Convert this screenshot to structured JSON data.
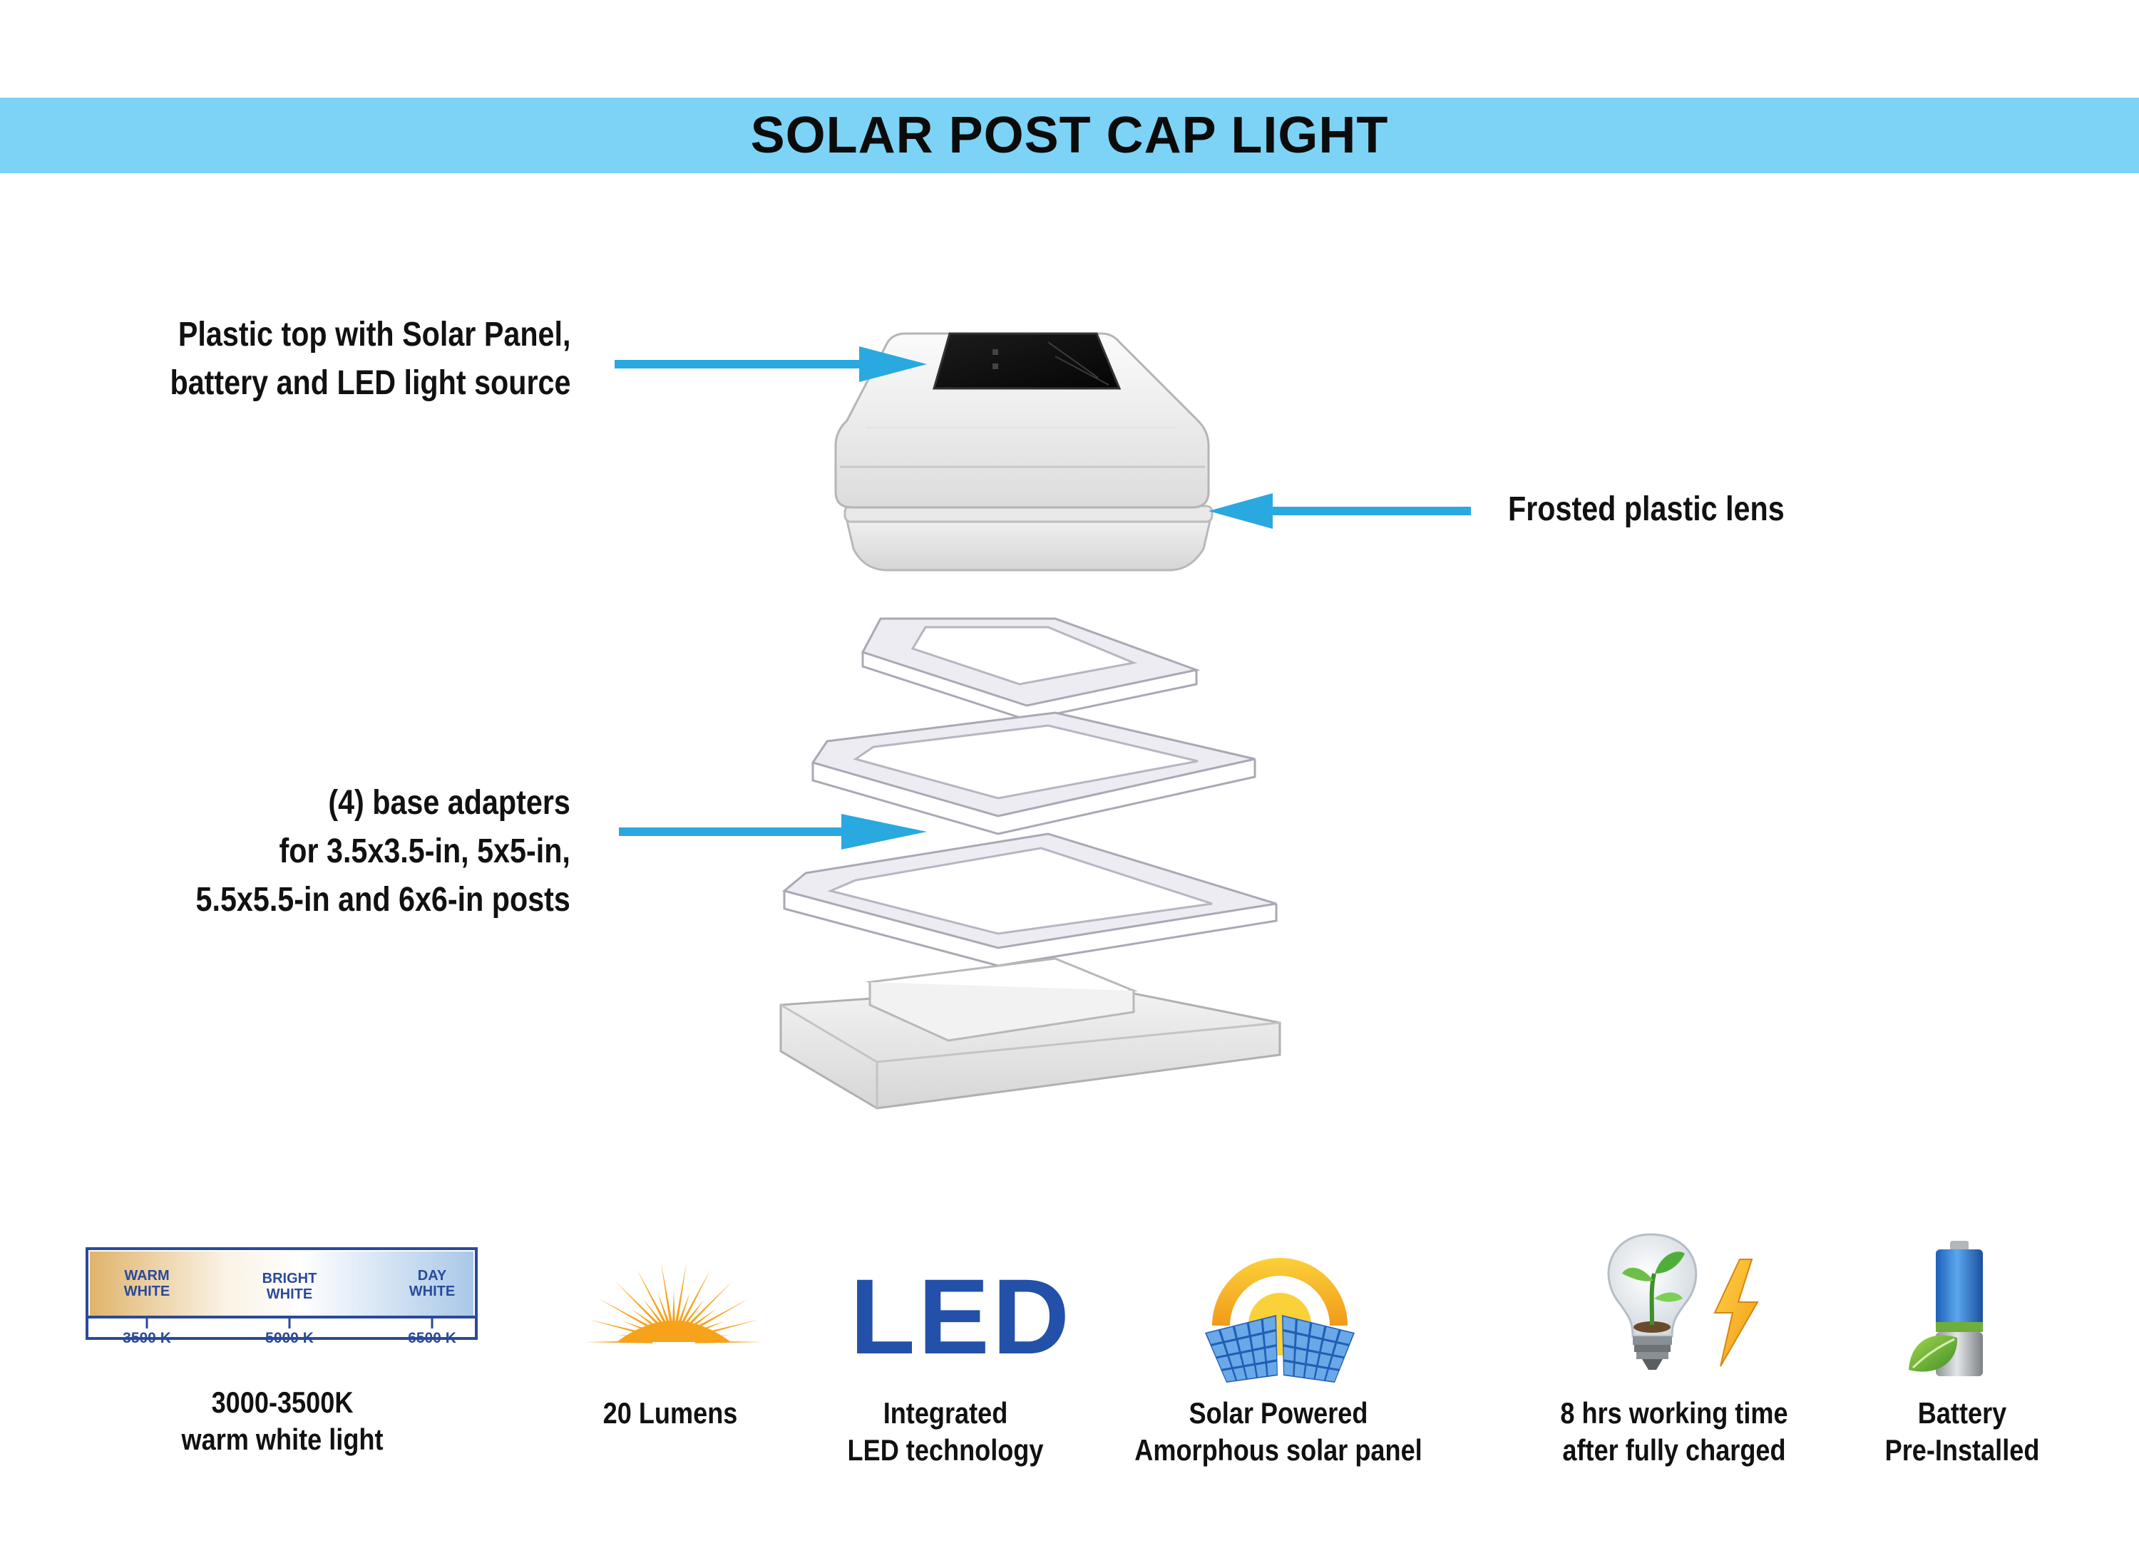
{
  "header": {
    "title": "SOLAR POST CAP LIGHT"
  },
  "callouts": {
    "top_part": {
      "lines": [
        "Plastic top with Solar Panel,",
        "battery and LED light source"
      ]
    },
    "lens": {
      "lines": [
        "Frosted plastic lens"
      ]
    },
    "adapters": {
      "lines": [
        "(4) base adapters",
        "for 3.5x3.5-in, 5x5-in,",
        "5.5x5.5-in and 6x6-in posts"
      ]
    }
  },
  "color_scale": {
    "bands": [
      "WARM\nWHITE",
      "BRIGHT\nWHITE",
      "DAY\nWHITE"
    ],
    "band_labels": [
      [
        "WARM",
        "WHITE"
      ],
      [
        "BRIGHT",
        "WHITE"
      ],
      [
        "DAY",
        "WHITE"
      ]
    ],
    "ticks": [
      "3500 K",
      "5000 K",
      "6500 K"
    ]
  },
  "led_logo": "LED",
  "features": [
    {
      "icon": "color-temperature-scale-icon",
      "lines": [
        "3000-3500K",
        "warm white light"
      ]
    },
    {
      "icon": "sunburst-icon",
      "lines": [
        "20 Lumens"
      ]
    },
    {
      "icon": "led-logo-icon",
      "lines": [
        "Integrated",
        "LED technology"
      ]
    },
    {
      "icon": "sun-solar-panel-icon",
      "lines": [
        "Solar Powered",
        "Amorphous solar panel"
      ]
    },
    {
      "icon": "bulb-plant-lightning-icon",
      "lines": [
        "8 hrs working time",
        "after fully charged"
      ]
    },
    {
      "icon": "battery-leaf-icon",
      "lines": [
        "Battery",
        "Pre-Installed"
      ]
    }
  ],
  "colors": {
    "banner": "#7dd3f5",
    "arrow": "#2aa8e0",
    "led_blue": "#2350a8",
    "sun_orange": "#f7a21b"
  }
}
